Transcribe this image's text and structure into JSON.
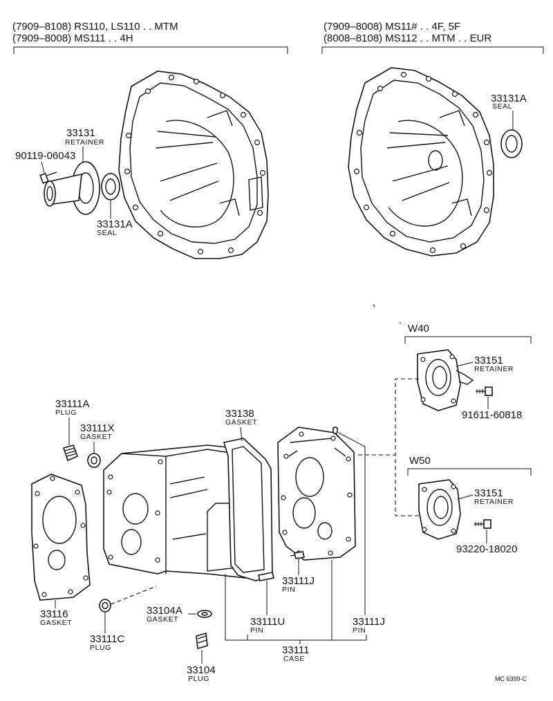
{
  "headers": {
    "left_line1": "(7909–8108) RS110, LS110 . . MTM",
    "left_line2": "(7909–8008) MS111 . . 4H",
    "right_line1": "(7909–8008) MS11# . . 4F, 5F",
    "right_line2": "(8008–8108) MS112 . . MTM . . EUR"
  },
  "groups": {
    "w40": "W40",
    "w50": "W50"
  },
  "parts": {
    "p33131": {
      "number": "33131",
      "name": "RETAINER"
    },
    "p90119": {
      "number": "90119-06043"
    },
    "p33131a_left": {
      "number": "33131A",
      "name": "SEAL"
    },
    "p33131a_right": {
      "number": "33131A",
      "name": "SEAL"
    },
    "p33111a": {
      "number": "33111A",
      "name": "PLUG"
    },
    "p33111x": {
      "number": "33111X",
      "name": "GASKET"
    },
    "p33138": {
      "number": "33138",
      "name": "GASKET"
    },
    "p33116": {
      "number": "33116",
      "name": "GASKET"
    },
    "p33111c": {
      "number": "33111C",
      "name": "PLUG"
    },
    "p33104a": {
      "number": "33104A",
      "name": "GASKET"
    },
    "p33104": {
      "number": "33104",
      "name": "PLUG"
    },
    "p33111u": {
      "number": "33111U",
      "name": "PIN"
    },
    "p33111j_center": {
      "number": "33111J",
      "name": "PIN"
    },
    "p33111j_right": {
      "number": "33111J",
      "name": "PIN"
    },
    "p33111": {
      "number": "33111",
      "name": "CASE"
    },
    "p33151_w40": {
      "number": "33151",
      "name": "RETAINER"
    },
    "p91611": {
      "number": "91611-60818"
    },
    "p33151_w50": {
      "number": "33151",
      "name": "RETAINER"
    },
    "p93220": {
      "number": "93220-18020"
    }
  },
  "footer": {
    "code": "MC 6399-C"
  }
}
